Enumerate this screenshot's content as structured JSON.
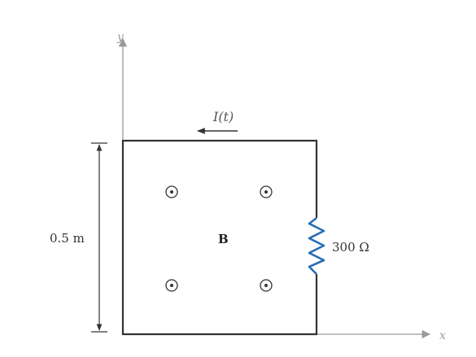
{
  "axes": {
    "x_label": "x",
    "y_label": "y"
  },
  "current": {
    "label_main": "I",
    "label_paren": "(t)"
  },
  "field": {
    "label": "B",
    "direction": "out-of-page"
  },
  "dimension": {
    "height_label": "0.5 m"
  },
  "resistor": {
    "label": "300 Ω"
  },
  "colors": {
    "resistor": "#2a6fb5",
    "axis": "#9a9a9a",
    "wire": "#333333"
  }
}
